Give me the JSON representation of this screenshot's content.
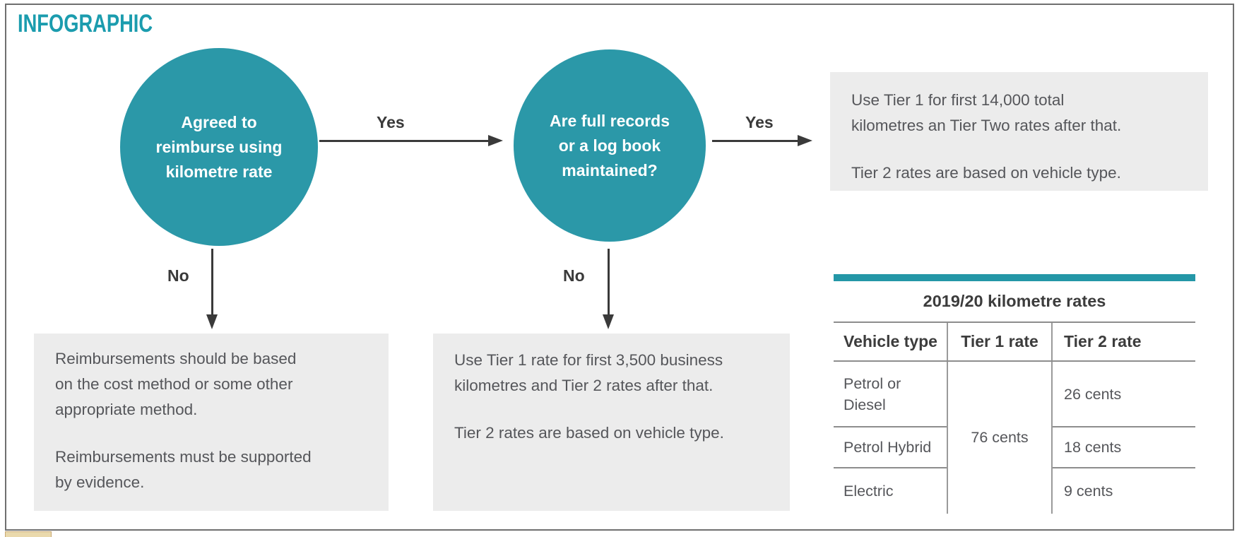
{
  "title": "INFOGRAPHIC",
  "colors": {
    "teal_circle": "#2b98a8",
    "teal_title": "#1b9cae",
    "teal_bar": "#2497a7",
    "box_gray": "#ececec",
    "body_text": "#55565a",
    "label_text": "#3a3a3a"
  },
  "flowchart": {
    "decision1": {
      "label": "Agreed to\nreimburse using\nkilometre rate",
      "yes_label": "Yes",
      "no_label": "No"
    },
    "decision2": {
      "label": "Are full records\nor a log book\nmaintained?",
      "yes_label": "Yes",
      "no_label": "No"
    },
    "outcome_no1": {
      "p1": "Reimbursements should be based\non the cost method or some other\nappropriate method.",
      "p2": "Reimbursements must be supported\nby evidence."
    },
    "outcome_no2": {
      "p1": "Use Tier 1 rate for first 3,500 business\nkilometres and Tier 2 rates after that.",
      "p2": "Tier 2 rates are based on vehicle type."
    },
    "outcome_yes2": {
      "p1": "Use Tier 1 for first 14,000 total\nkilometres an Tier Two rates after that.",
      "p2": "Tier 2 rates are based on vehicle type."
    }
  },
  "table": {
    "title": "2019/20 kilometre rates",
    "headers": [
      "Vehicle type",
      "Tier 1 rate",
      "Tier 2 rate"
    ],
    "tier1_rate_merged": "76 cents",
    "rows": [
      {
        "vehicle_type": "Petrol or Diesel",
        "tier2_rate": "26 cents"
      },
      {
        "vehicle_type": "Petrol Hybrid",
        "tier2_rate": "18 cents"
      },
      {
        "vehicle_type": "Electric",
        "tier2_rate": "9 cents"
      }
    ]
  }
}
